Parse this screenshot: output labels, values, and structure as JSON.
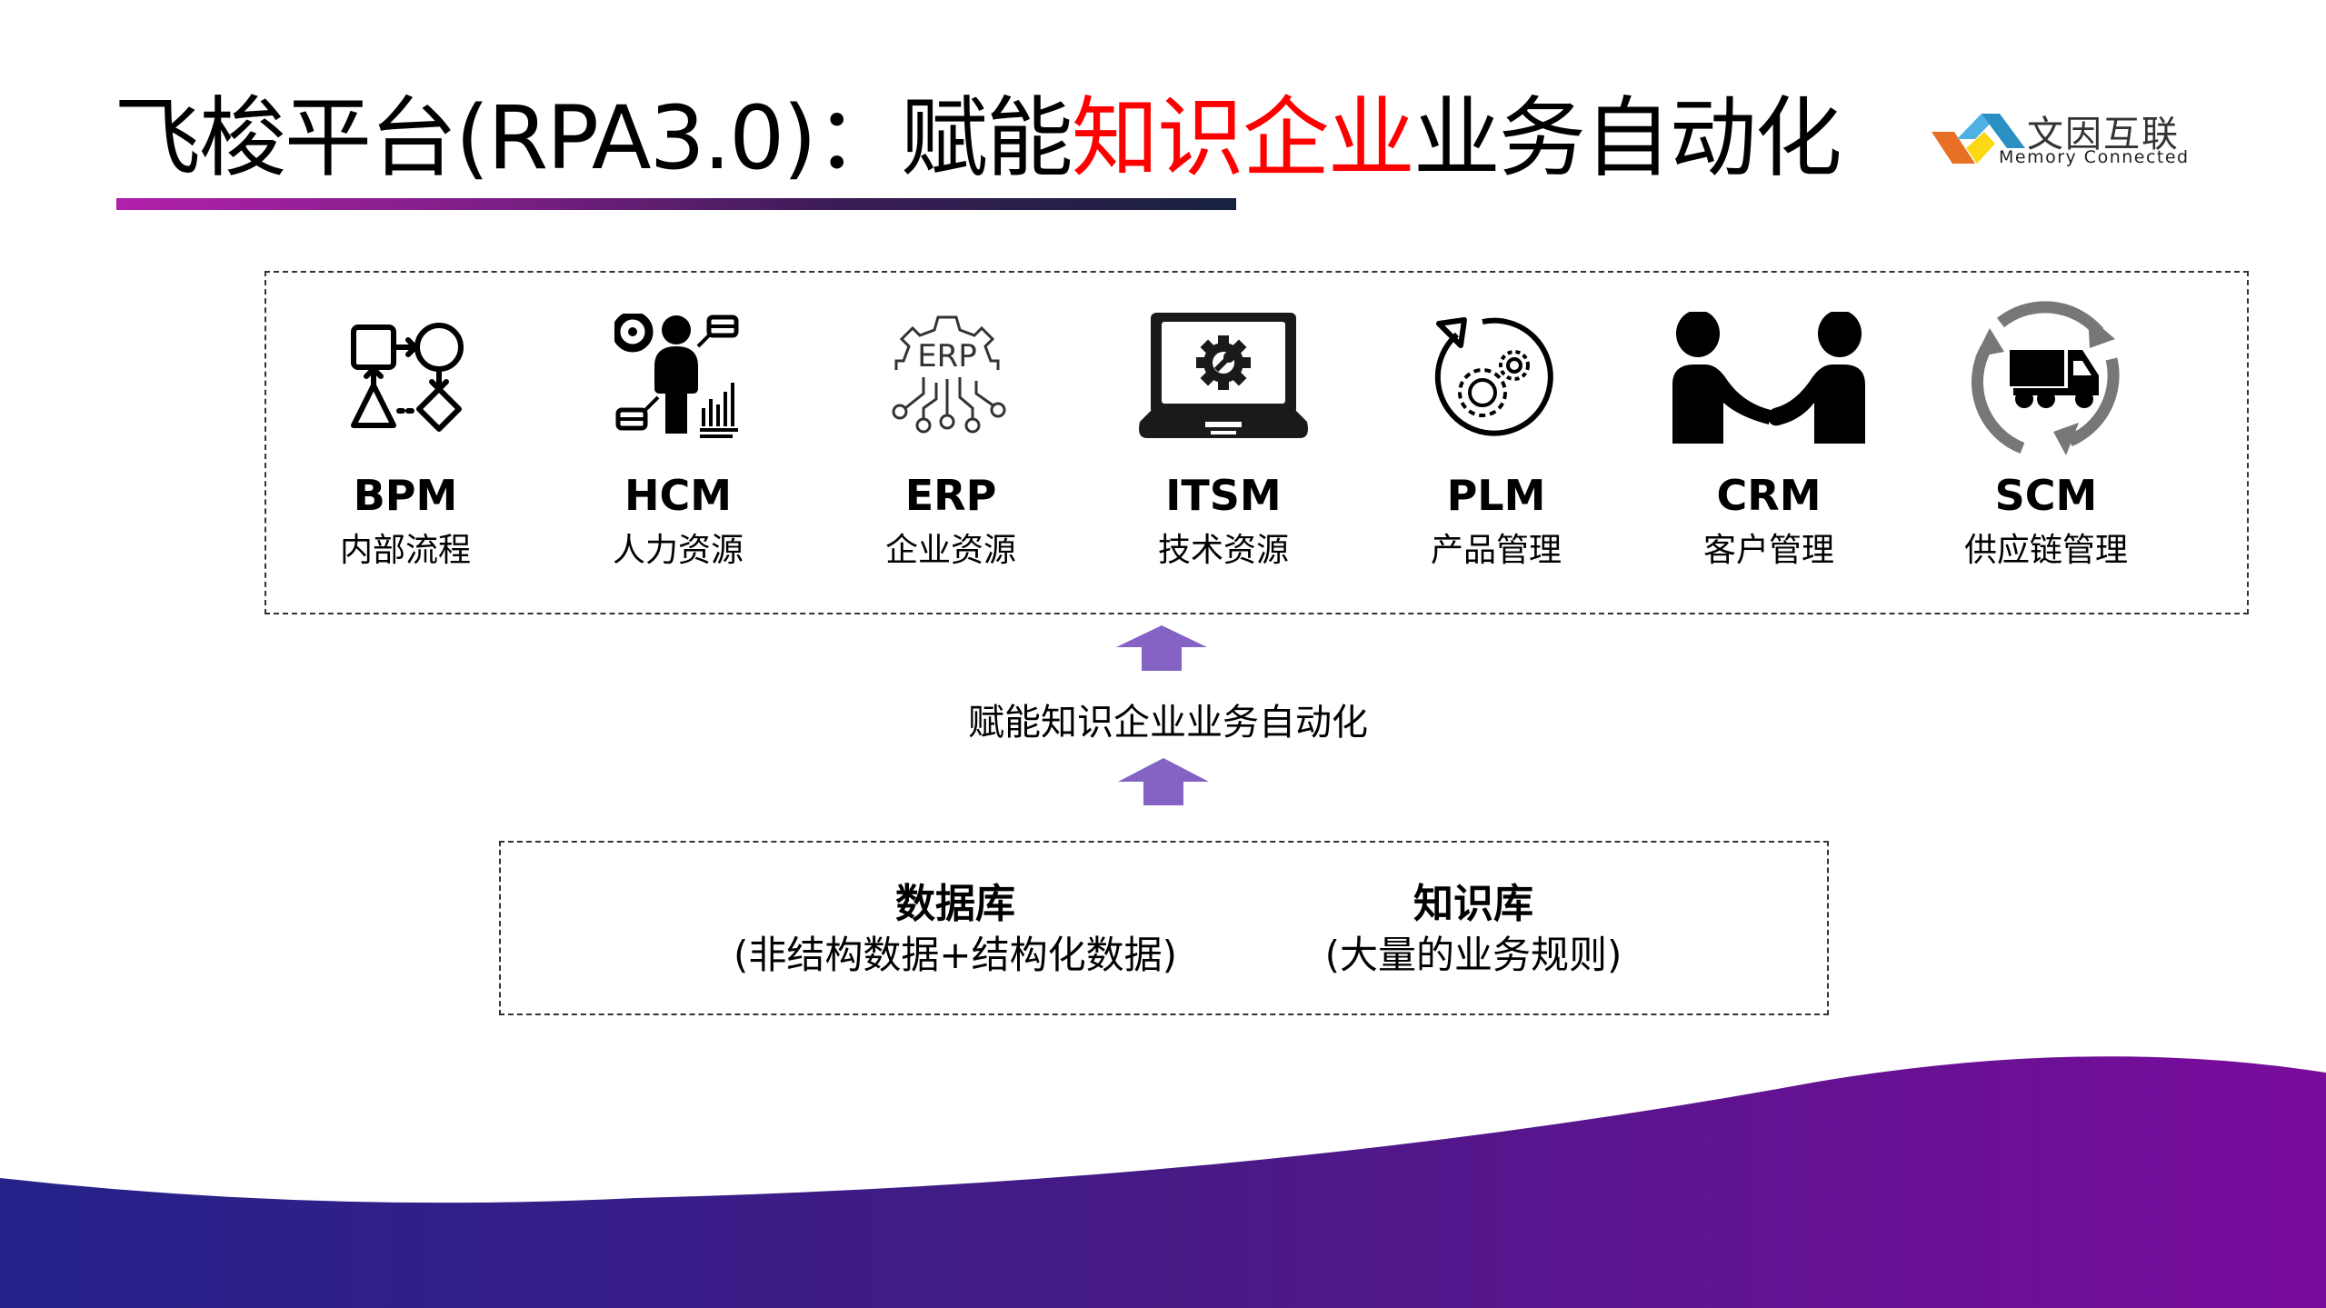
{
  "header": {
    "title_part1": "飞梭平台(RPA3.0)：赋能",
    "title_highlight": "知识企业",
    "title_part2": "业务自动化",
    "highlight_color": "#ff0000",
    "bar_gradient": [
      "#b120aa",
      "#172140"
    ]
  },
  "logo": {
    "name_cn": "文因互联",
    "name_en": "Memory  Connected",
    "colors": [
      "#e87024",
      "#4eb0e3",
      "#2a8fc2",
      "#fcd814"
    ]
  },
  "modules": [
    {
      "code": "BPM",
      "desc": "内部流程",
      "icon": "process-flow-icon"
    },
    {
      "code": "HCM",
      "desc": "人力资源",
      "icon": "person-analytics-icon"
    },
    {
      "code": "ERP",
      "desc": "企业资源",
      "icon": "erp-gear-circuit-icon"
    },
    {
      "code": "ITSM",
      "desc": "技术资源",
      "icon": "laptop-wrench-gear-icon"
    },
    {
      "code": "PLM",
      "desc": "产品管理",
      "icon": "gears-cycle-icon"
    },
    {
      "code": "CRM",
      "desc": "客户管理",
      "icon": "handshake-icon"
    },
    {
      "code": "SCM",
      "desc": "供应链管理",
      "icon": "truck-cycle-icon"
    }
  ],
  "middle": {
    "label": "赋能知识企业业务自动化",
    "arrow_color": "#8463c4"
  },
  "foundation": {
    "database": {
      "title": "数据库",
      "subtitle": "(非结构数据+结构化数据)"
    },
    "knowledge_base": {
      "title": "知识库",
      "subtitle": "(大量的业务规则)"
    }
  },
  "footer": {
    "gradient": [
      "#25228a",
      "#7a0c9c"
    ]
  }
}
